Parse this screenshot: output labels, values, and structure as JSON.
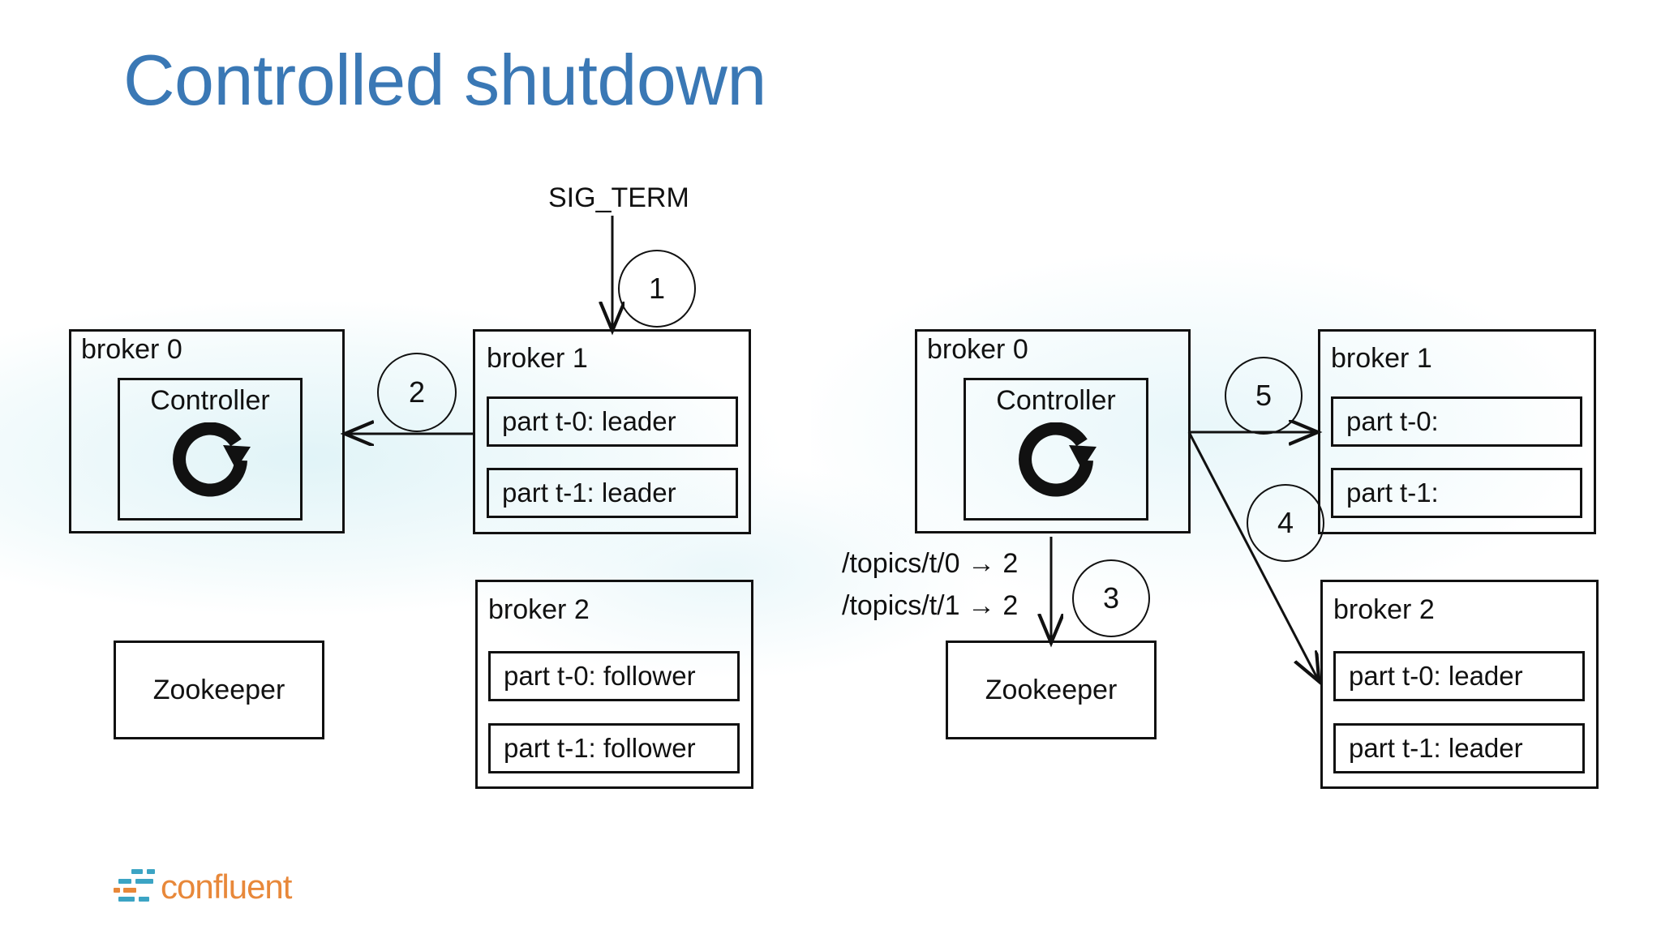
{
  "slide": {
    "title": "Controlled shutdown",
    "title_color": "#3a78b5",
    "background_color": "#ffffff"
  },
  "left_scenario": {
    "signal_label": "SIG_TERM",
    "steps": [
      {
        "number": "1"
      },
      {
        "number": "2"
      }
    ],
    "broker0": {
      "label": "broker 0",
      "controller": {
        "label": "Controller",
        "icon": "refresh-cycle-icon"
      }
    },
    "broker1": {
      "label": "broker 1",
      "partitions": [
        {
          "label": "part t-0: leader"
        },
        {
          "label": "part t-1: leader"
        }
      ]
    },
    "broker2": {
      "label": "broker 2",
      "partitions": [
        {
          "label": "part t-0: follower"
        },
        {
          "label": "part t-1: follower"
        }
      ]
    },
    "zookeeper": {
      "label": "Zookeeper"
    }
  },
  "right_scenario": {
    "steps": [
      {
        "number": "3"
      },
      {
        "number": "4"
      },
      {
        "number": "5"
      }
    ],
    "broker0": {
      "label": "broker 0",
      "controller": {
        "label": "Controller",
        "icon": "refresh-cycle-icon"
      }
    },
    "zk_writes": [
      {
        "text": "/topics/t/0 → 2"
      },
      {
        "text": "/topics/t/1 → 2"
      }
    ],
    "broker1": {
      "label": "broker 1",
      "partitions": [
        {
          "label": "part t-0:"
        },
        {
          "label": "part t-1:"
        }
      ]
    },
    "broker2": {
      "label": "broker 2",
      "partitions": [
        {
          "label": "part t-0: leader"
        },
        {
          "label": "part t-1: leader"
        }
      ]
    },
    "zookeeper": {
      "label": "Zookeeper"
    }
  },
  "logo": {
    "wordmark": "confluent",
    "orange": "#e8883a",
    "blue": "#3ba4c4"
  }
}
